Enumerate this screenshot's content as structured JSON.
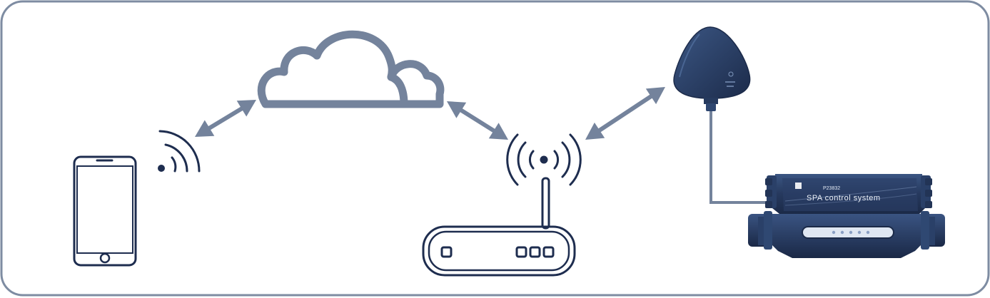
{
  "colors": {
    "frame": "#7e8ca2",
    "navy": "#1e2d4f",
    "arrow": "#74839c",
    "device_dark": "#233758",
    "device_mid": "#2e4670",
    "device_light": "#4a6a9a"
  },
  "diagram": {
    "nodes": [
      {
        "id": "smartphone",
        "icon": "smartphone-icon"
      },
      {
        "id": "cloud",
        "icon": "cloud-icon"
      },
      {
        "id": "router",
        "icon": "wifi-router-icon"
      },
      {
        "id": "antenna",
        "icon": "wifi-antenna-module-icon"
      },
      {
        "id": "spa-controller",
        "icon": "spa-control-box-icon"
      }
    ],
    "links": [
      {
        "from": "smartphone",
        "to": "cloud",
        "type": "bidirectional"
      },
      {
        "from": "cloud",
        "to": "router",
        "type": "bidirectional"
      },
      {
        "from": "router",
        "to": "antenna",
        "type": "bidirectional"
      },
      {
        "from": "antenna",
        "to": "spa-controller",
        "type": "cable"
      }
    ]
  },
  "spa_controller": {
    "model": "P23832",
    "label": "SPA control system"
  }
}
